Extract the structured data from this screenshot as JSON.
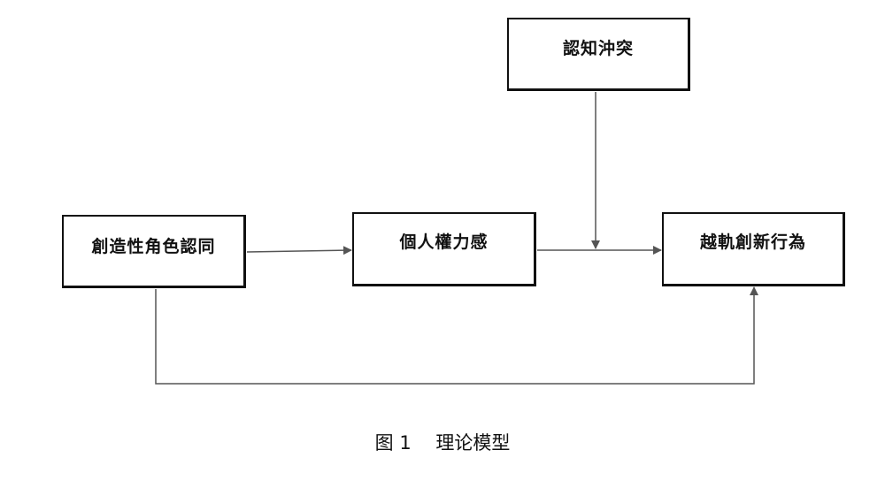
{
  "diagram": {
    "nodes": {
      "cognitive_conflict": "認知沖突",
      "creative_role_identity": "創造性角色認同",
      "sense_of_power": "個人權力感",
      "creative_deviance": "越軌創新行為"
    },
    "edges": [
      {
        "from": "creative_role_identity",
        "to": "sense_of_power"
      },
      {
        "from": "sense_of_power",
        "to": "creative_deviance"
      },
      {
        "from": "cognitive_conflict",
        "to": "sense_of_power→creative_deviance",
        "type": "moderation"
      },
      {
        "from": "creative_role_identity",
        "to": "creative_deviance"
      }
    ],
    "caption": "图 1　 理论模型",
    "line_color": "#555555"
  }
}
